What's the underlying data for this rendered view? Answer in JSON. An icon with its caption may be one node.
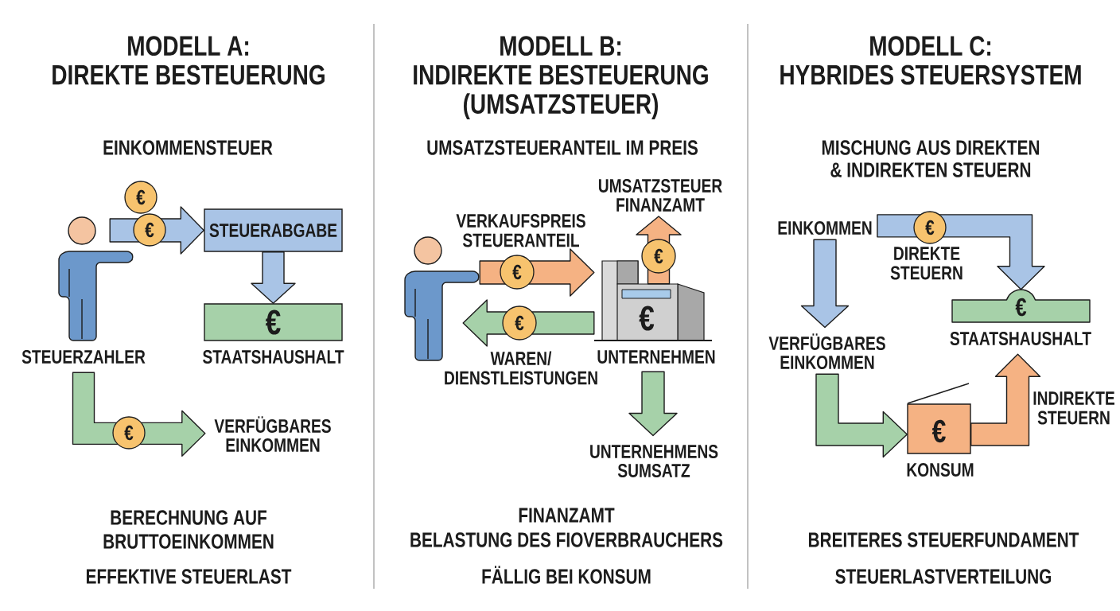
{
  "diagram": {
    "nodes": [
      {
        "text": [
          "STEUERZAHLER"
        ]
      },
      {
        "text": [
          "STEUERABGABE"
        ]
      },
      {
        "text": [
          "€",
          "STAATSHAUSHALT"
        ]
      },
      {
        "text": [
          "VERFÜGBARES EINKOMMEN"
        ]
      },
      {
        "text": [],
        "shape": "person"
      },
      {
        "text": [
          "€",
          "UNTERNEHMEN"
        ]
      },
      {
        "text": [
          "UMSATZSTEUER FINANZAMT"
        ]
      },
      {
        "text": [
          "UNTERNEHMENS SUMSATZ"
        ]
      },
      {
        "text": [
          "EINKOMMEN"
        ]
      },
      {
        "text": [
          "€",
          "STAATSHAUSHALT"
        ]
      },
      {
        "text": [
          "VERFÜGBARES EINKOMMEN"
        ]
      },
      {
        "text": [
          "€",
          "KONSUM"
        ]
      }
    ],
    "edges": [
      {
        "from": 0,
        "to": 1,
        "arrow": "to",
        "color": "#a9c4e6"
      },
      {
        "from": 1,
        "to": 2,
        "arrow": "to",
        "color": "#a9c4e6"
      },
      {
        "from": 0,
        "to": 3,
        "arrow": "to",
        "color": "#a6d1a9"
      },
      {
        "from": 4,
        "to": 5,
        "arrow": "to",
        "label": "VERKAUFSPREIS STEUERANTEIL",
        "color": "#f5b283"
      },
      {
        "from": 5,
        "to": 4,
        "arrow": "to",
        "label": "WAREN/ DIENSTLEISTUNGEN",
        "color": "#a6d1a9"
      },
      {
        "from": 5,
        "to": 6,
        "arrow": "to",
        "color": "#f5b283"
      },
      {
        "from": 5,
        "to": 7,
        "arrow": "to",
        "color": "#a6d1a9"
      },
      {
        "from": 8,
        "to": 9,
        "arrow": "to",
        "label": "DIREKTE STEUERN",
        "color": "#a9c4e6"
      },
      {
        "from": 8,
        "to": 10,
        "arrow": "to",
        "color": "#a9c4e6"
      },
      {
        "from": 10,
        "to": 11,
        "arrow": "to",
        "color": "#a6d1a9"
      },
      {
        "from": 11,
        "to": 9,
        "arrow": "to",
        "label": "INDIREKTE STEUERN",
        "color": "#f5b283"
      }
    ],
    "labels": [
      "MODELL A: DIREKTE BESTEUERUNG",
      "EINKOMMENSTEUER",
      "€",
      "€",
      "€",
      "BERECHNUNG AUF BRUTTOEINKOMMEN",
      "EFFEKTIVE STEUERLAST",
      "MODELL B: INDIREKTE BESTEUERUNG (UMSATZSTEUER)",
      "UMSATZSTEUERANTEIL IM PREIS",
      "€",
      "€",
      "€",
      "FINANZAMT BELASTUNG DES FIOVERBRAUCHERS",
      "FÄLLIG BEI KONSUM",
      "MODELL C: HYBRIDES STEUERSYSTEM",
      "MISCHUNG AUS DIREKTEN & INDIREKTEN STEUERN",
      "€",
      "BREITERES STEUERFUNDAMENT",
      "STEUERLASTVERTEILUNG"
    ]
  }
}
